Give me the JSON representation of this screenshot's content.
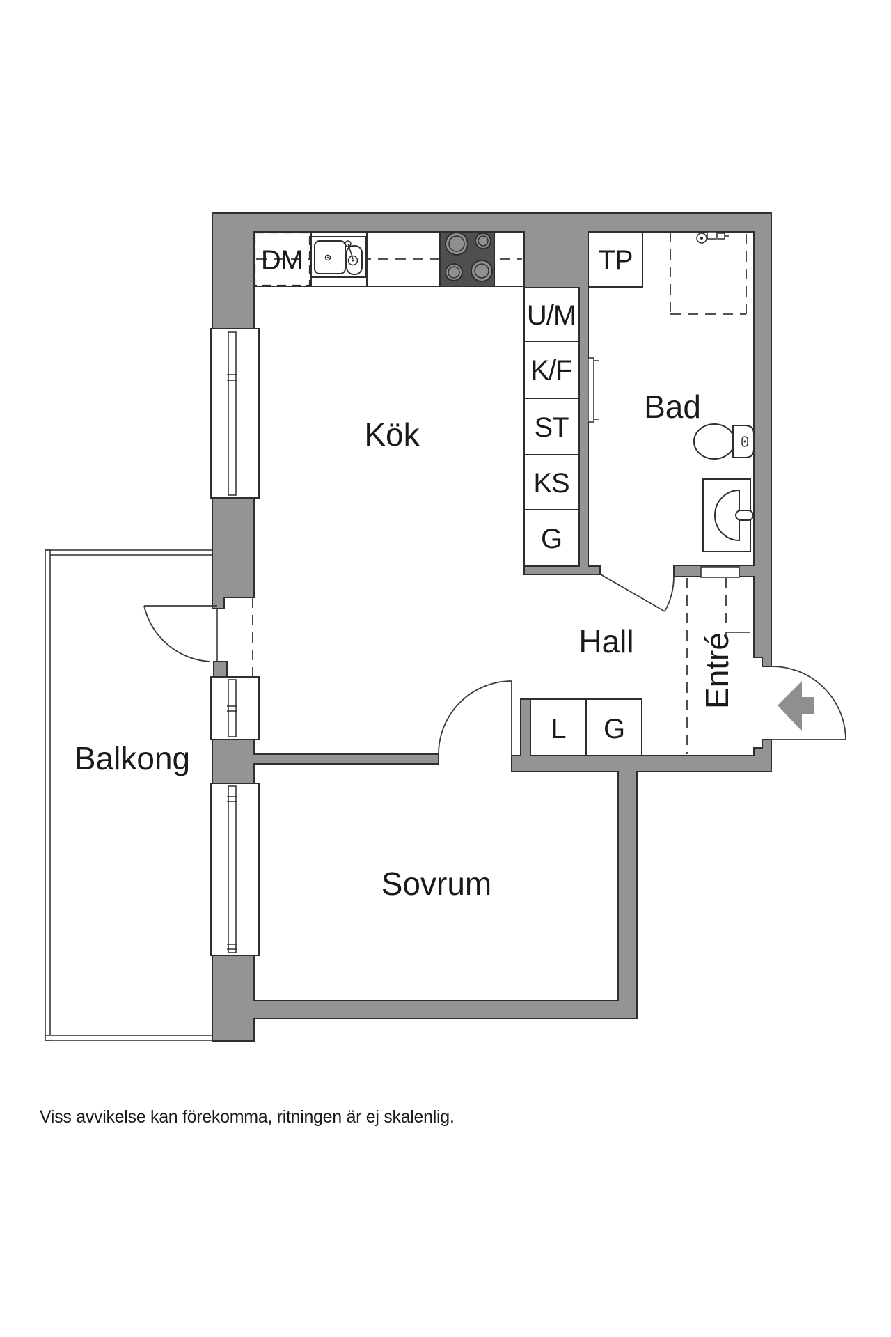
{
  "plan": {
    "rooms": {
      "kitchen": "Kök",
      "bathroom": "Bad",
      "hall": "Hall",
      "bedroom": "Sovrum",
      "balcony": "Balkong",
      "entrance": "Entré"
    },
    "kitchen_fixtures": {
      "dishwasher": "DM"
    },
    "appliance_column": [
      "U/M",
      "K/F",
      "ST",
      "KS",
      "G"
    ],
    "bathroom_fixtures": {
      "cabinet": "TP"
    },
    "hall_closets": [
      "L",
      "G"
    ]
  },
  "footer": {
    "disclaimer": "Viss avvikelse kan förekomma, ritningen är ej skalenlig."
  },
  "colors": {
    "wall": "#949494",
    "outline": "#2e2e2e",
    "stove": "#4f4f4f",
    "burner": "#8f8f8f",
    "arrow": "#8f8f8f",
    "text": "#1a1a1a",
    "background": "#ffffff"
  },
  "icons": {
    "stove": "stove-burners-icon",
    "sink": "kitchen-sink-icon",
    "toilet": "toilet-icon",
    "washbasin": "washbasin-icon",
    "shower": "shower-mixer-icon",
    "radiator": "radiator-icon",
    "entry_arrow": "entry-arrow-icon"
  }
}
